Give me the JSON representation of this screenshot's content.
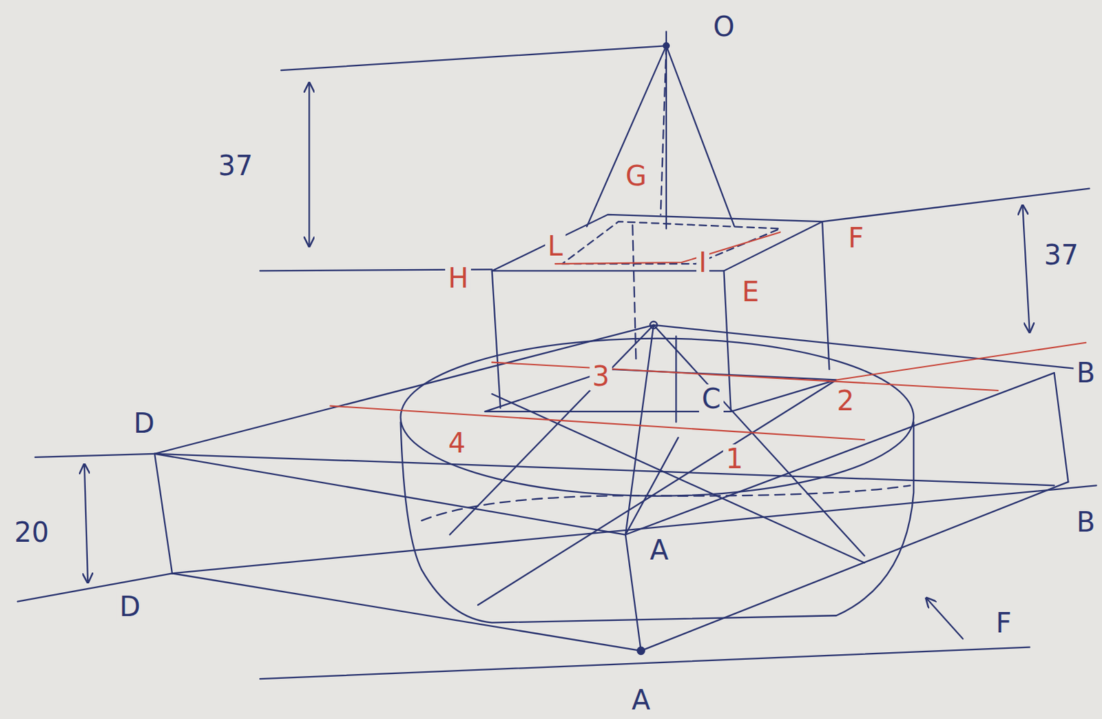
{
  "diagram": {
    "labels": [
      "O",
      "37",
      "37",
      "G",
      "L",
      "H",
      "I",
      "E",
      "F",
      "B",
      "B",
      "D",
      "D",
      "20",
      "C",
      "3",
      "2",
      "4",
      "1",
      "A",
      "A",
      "F"
    ]
  }
}
